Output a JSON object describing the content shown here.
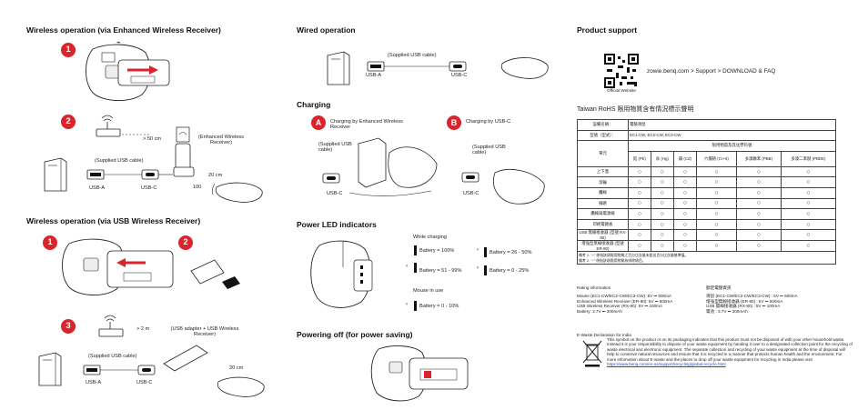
{
  "left": {
    "enhanced_title": "Wireless operation (via Enhanced Wireless Receiver)",
    "step1": "1",
    "step2": "2",
    "dist_50": "> 50 cm",
    "enhanced_receiver": "(Enhanced Wireless Receiver)",
    "supplied_usb": "(Supplied USB cable)",
    "usb_a": "USB-A",
    "usb_c": "USB-C",
    "dist_20": "20 cm",
    "dist_100": "100",
    "usb_title": "Wireless operation (via USB Wireless Receiver)",
    "step3": "3",
    "dist_2m": "> 2 m",
    "usb_adapter": "(USB adapter + USB Wireless Receiver)",
    "supplied_usb2": "(Supplied USB cable)",
    "usb_a2": "USB-A",
    "usb_c2": "USB-C",
    "dist_20b": "20 cm"
  },
  "middle": {
    "wired_title": "Wired operation",
    "supplied_usb": "(Supplied USB cable)",
    "usb_a": "USB-A",
    "usb_c": "USB-C",
    "charging_title": "Charging",
    "label_a": "A",
    "label_b": "B",
    "charging_a": "Charging by Enhanced Wireless Receiver",
    "charging_b": "Charging by USB-C",
    "supplied_a": "(Supplied USB cable)",
    "supplied_b": "(Supplied USB cable)",
    "usb_c_a": "USB-C",
    "usb_c_b": "USB-C",
    "led_title": "Power LED indicators",
    "while_charging": "While charging",
    "bat100": "Battery = 100%",
    "bat51": "Battery = 51 - 99%",
    "bat26": "Battery = 26 - 50%",
    "bat0": "Battery = 0 - 25%",
    "mouse_in_use": "Mouse in use",
    "bat0_10": "Battery = 0 - 10%",
    "off_title": "Powering off (for power saving)"
  },
  "right": {
    "support_title": "Product support",
    "official_website": "Official Website",
    "support_path": "zowie.benq.com > Support > DOWNLOAD & FAQ",
    "rohs_title": "Taiwan RoHS 限用物質含有情況標示聲明",
    "rohs": {
      "equip_label": "設備名稱：",
      "equip_value": "電競滑鼠",
      "type_label": "型號（型式）：",
      "type_value": "EC1-CW, EC2-CW, EC3-CW",
      "unit": "單元",
      "group_header": "限用物質及其化學符號",
      "substances": [
        "鉛 (Pb)",
        "汞 (Hg)",
        "鎘 (Cd)",
        "六價鉻 (Cr+6)",
        "多溴聯苯 (PBB)",
        "多溴二苯醚 (PBDE)"
      ],
      "rows": [
        "上下蓋",
        "滾輪",
        "纜線",
        "線路",
        "纜線與電源線",
        "印刷電路板",
        "USB 無線接收器 (型號 RX-80)",
        "增強型無線接收器 (型號 ER-80)"
      ],
      "mark": "○",
      "notes": [
        "備考 1. “○” 係指該項限用物質之百分比含量未超出百分比含量基準值。",
        "備考 2. “−” 係指該項限用物質為排除項目。"
      ]
    },
    "rating_title": "Rating information",
    "ratings": [
      "Mouse (EC1-CW/EC2-CW/EC3-CW): 5V ⎓ 500mA",
      "Enhanced Wireless Receiver (ER-80): 5V ⎓ 500mA",
      "USB Wireless Receiver (RX-80): 5V ⎓ 100mA",
      "Battery: 3.7V ⎓ 300mAh"
    ],
    "rating_title_zh": "額定電壓資訊",
    "ratings_zh": [
      "滑鼠 (EC1-CW/EC2-CW/EC3-CW) : 5V ⎓ 500mA",
      "增強型無線接收器 (ER-80) : 5V ⎓ 500mA",
      "USB 無線接收器 (RX-80) : 5V ⎓ 100mA",
      "電池 : 3.7V ⎓ 300mAh"
    ],
    "ewaste_title": "E-Waste Declaration for India",
    "ewaste_text": "This symbol on the product or on its packaging indicates that this product must not be disposed of with your other household waste. Instead it is your responsibility to dispose of your waste equipment by handing it over to a designated collection point for the recycling of waste electrical and electronic equipment. The separate collection and recycling of your waste equipment at the time of disposal will help to conserve natural resources and ensure that it is recycled in a manner that protects human health and the environment. For more information about E-waste and the places to drop off your waste equipment for recycling in India please visit",
    "ewaste_link": "https://www.benq.com/en-us/support/recycling/global-recycle.html"
  }
}
